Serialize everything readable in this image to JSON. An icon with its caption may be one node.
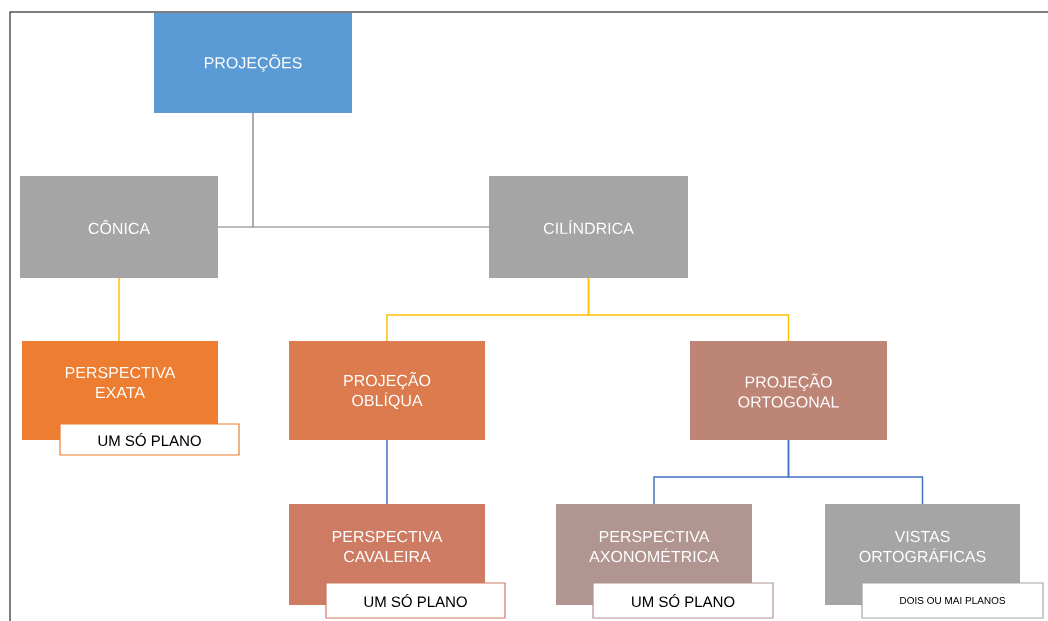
{
  "diagram": {
    "nodes": [
      {
        "text": [
          "PROJEÇÕES"
        ]
      },
      {
        "text": [
          "CÔNICA"
        ]
      },
      {
        "text": [
          "CILÍNDRICA"
        ]
      },
      {
        "text": [
          "PERSPECTIVA EXATA",
          "UM SÓ PLANO"
        ]
      },
      {
        "text": [
          "PROJEÇÃO OBLÍQUA"
        ]
      },
      {
        "text": [
          "PROJEÇÃO ORTOGONAL"
        ]
      },
      {
        "text": [
          "PERSPECTIVA CAVALEIRA",
          "UM SÓ PLANO"
        ]
      },
      {
        "text": [
          "PERSPECTIVA AXONOMÉTRICA",
          "UM SÓ PLANO"
        ]
      },
      {
        "text": [
          "VISTAS ORTOGRÁFICAS",
          "DOIS OU MAI PLANOS"
        ]
      }
    ],
    "edges": [
      {
        "from": 0,
        "to": 1,
        "arrow": "none",
        "color": "#a5a5a5"
      },
      {
        "from": 0,
        "to": 2,
        "arrow": "none",
        "color": "#a5a5a5"
      },
      {
        "from": 1,
        "to": 3,
        "arrow": "none",
        "color": "#ffc000"
      },
      {
        "from": 2,
        "to": 4,
        "arrow": "none",
        "color": "#ffc000"
      },
      {
        "from": 2,
        "to": 5,
        "arrow": "none",
        "color": "#ffc000"
      },
      {
        "from": 4,
        "to": 6,
        "arrow": "none",
        "color": "#4472c4"
      },
      {
        "from": 5,
        "to": 7,
        "arrow": "none",
        "color": "#4472c4"
      },
      {
        "from": 5,
        "to": 8,
        "arrow": "none",
        "color": "#4472c4"
      }
    ]
  }
}
